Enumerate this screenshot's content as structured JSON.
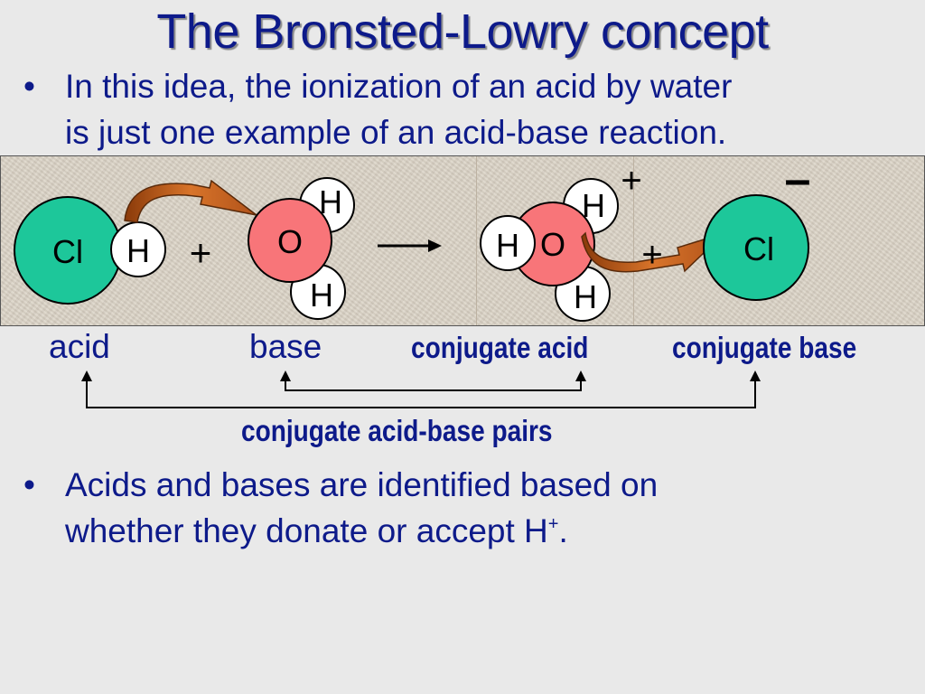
{
  "title": "The Bronsted-Lowry concept",
  "bullet_char": "•",
  "bullet1": {
    "line1": "In this idea, the ionization of an acid by water",
    "line2": "is just one example of an acid-base reaction."
  },
  "diagram": {
    "reactants": {
      "hcl": {
        "cl": "Cl",
        "h": "H"
      },
      "plus": "+",
      "water": {
        "o": "O",
        "h_top": "H",
        "h_bottom": "H"
      }
    },
    "products": {
      "hydronium": {
        "o": "O",
        "h_top": "H",
        "h_left": "H",
        "h_bottom": "H",
        "charge": "+"
      },
      "plus": "+",
      "chloride": {
        "cl": "Cl",
        "charge": "–"
      }
    },
    "colors": {
      "chlorine": "#1dc79a",
      "oxygen": "#f87579",
      "hydrogen": "#ffffff",
      "arrow": "#c25a1c",
      "panel": "#d9d1c3"
    }
  },
  "labels": {
    "acid": "acid",
    "base": "base",
    "conjugate_acid": "conjugate acid",
    "conjugate_base": "conjugate base",
    "pairs": "conjugate acid-base pairs"
  },
  "bullet2": {
    "line1": "Acids and bases are identified based on",
    "line2_prefix": "whether they donate or accept H",
    "line2_sup": "+",
    "line2_suffix": "."
  }
}
